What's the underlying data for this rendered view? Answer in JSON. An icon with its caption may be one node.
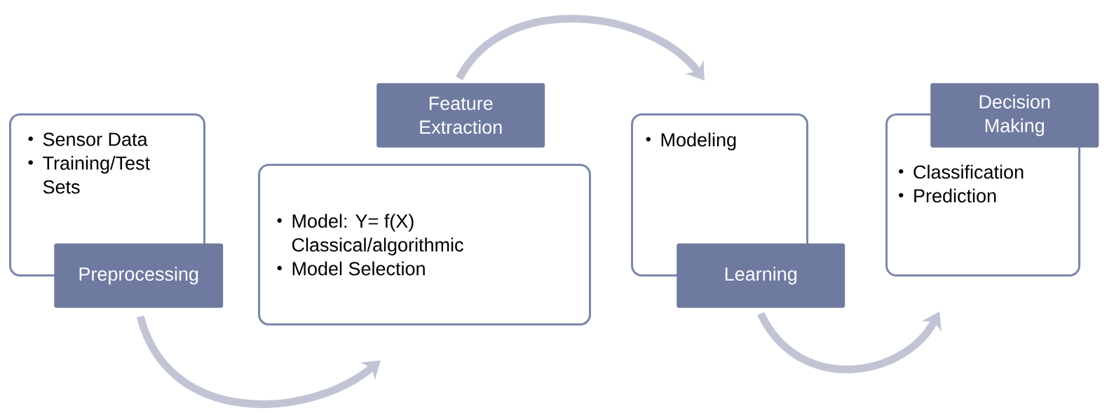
{
  "diagram": {
    "nodes": [
      {
        "text": [
          "Sensor Data",
          "Training/Test Sets"
        ]
      },
      {
        "text": [
          "Preprocessing"
        ]
      },
      {
        "text": [
          "Feature Extraction"
        ]
      },
      {
        "text": [
          "Model: Y= f(X) Classical/algorithmic",
          "Model Selection"
        ]
      },
      {
        "text": [
          "Modeling"
        ]
      },
      {
        "text": [
          "Learning"
        ]
      },
      {
        "text": [
          "Classification",
          "Prediction"
        ]
      },
      {
        "text": [
          "Decision Making"
        ]
      }
    ],
    "edges": [
      {
        "from": 1,
        "to": 3,
        "arrow": "to"
      },
      {
        "from": 2,
        "to": 4,
        "arrow": "to"
      },
      {
        "from": 5,
        "to": 6,
        "arrow": "to"
      }
    ]
  }
}
